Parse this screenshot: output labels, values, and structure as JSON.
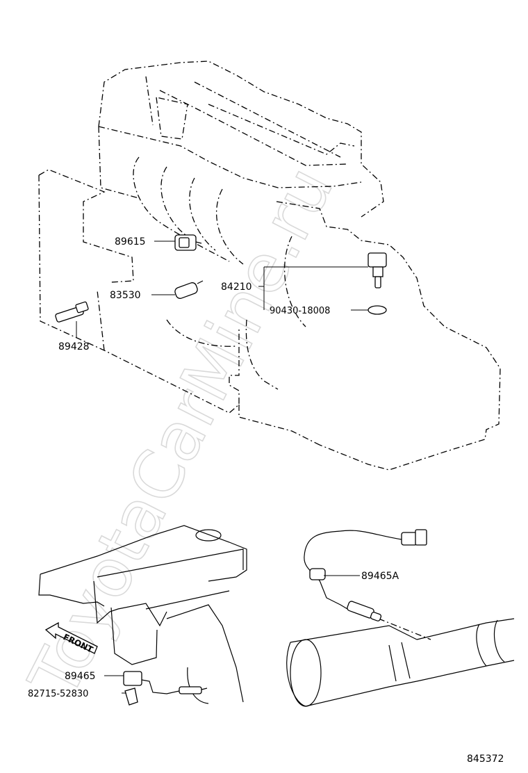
{
  "watermark": "ToyotaCarMine.ru",
  "diagram_id": "845372",
  "front_label": "FRONT",
  "parts": {
    "p89615": "89615",
    "p83530": "83530",
    "p89428": "89428",
    "p84210": "84210",
    "p90430": "90430-18008",
    "p89465A": "89465A",
    "p89465": "89465",
    "p82715": "82715-52830"
  }
}
